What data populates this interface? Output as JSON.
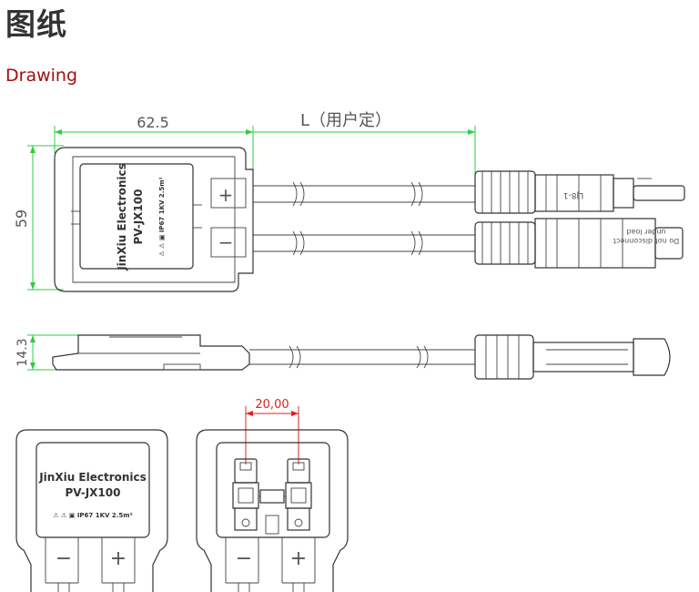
{
  "header": {
    "title_cn": "图纸",
    "subtitle": "Drawing"
  },
  "dimensions": {
    "width_label": "62.5",
    "length_label": "L（用户定）",
    "height_label": "59",
    "thickness_label": "14.3",
    "spacing_label": "20,00"
  },
  "label": {
    "brand": "JinXiu Electronics",
    "model": "PV-JX100",
    "specs": "⚠ ⚠ ▣ IP67 1KV 2.5m²"
  },
  "polarity": {
    "plus": "+",
    "minus": "−"
  },
  "connector": {
    "warning_line1": "Do not disconnect",
    "warning_line2": "under load",
    "marking": "LJ8-1"
  },
  "colors": {
    "dimension_green": "#2ecc40",
    "dimension_red": "#e02020",
    "subtitle_red": "#a01010"
  }
}
